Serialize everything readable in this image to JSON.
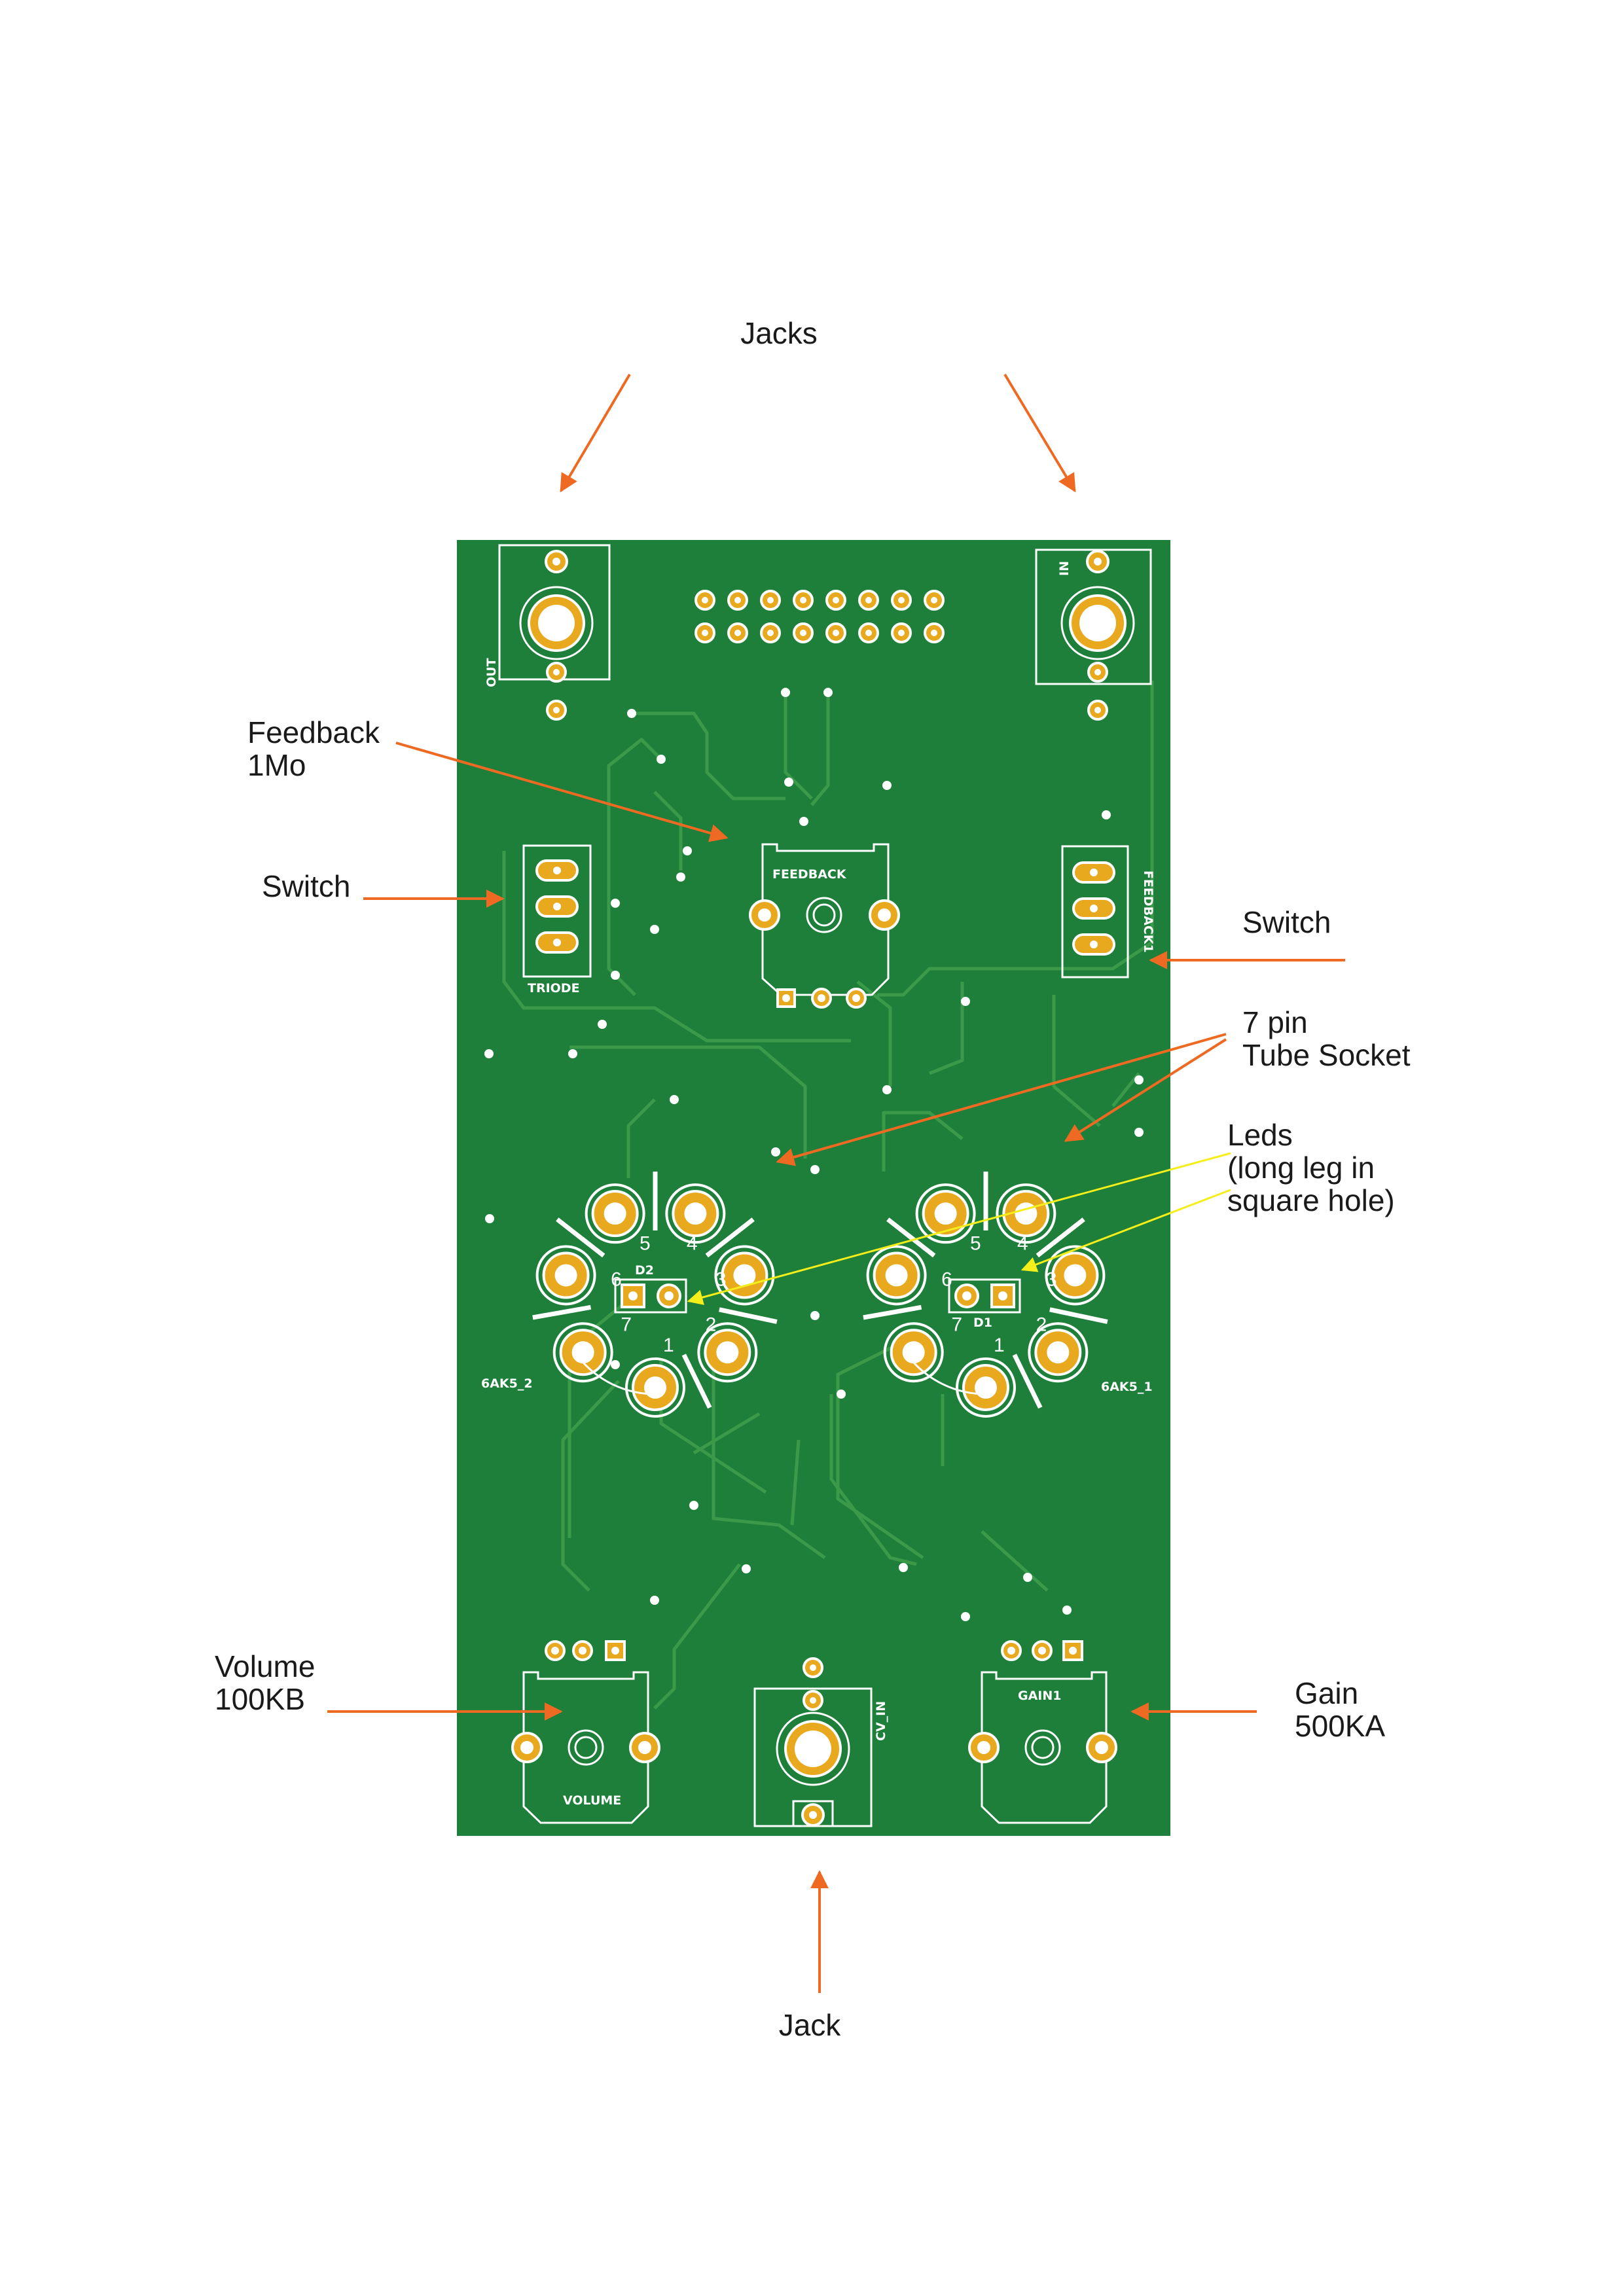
{
  "callouts": {
    "jacks_top": "Jacks",
    "feedback": [
      "Feedback",
      "1Mo"
    ],
    "switch_left": "Switch",
    "switch_right": "Switch",
    "tube_socket": [
      "7 pin",
      "Tube Socket"
    ],
    "leds": [
      "Leds",
      "(long leg in",
      "square hole)"
    ],
    "volume": [
      "Volume",
      "100KB"
    ],
    "gain": [
      "Gain",
      "500KA"
    ],
    "jack_bottom": "Jack"
  },
  "silkscreen": {
    "out": "OUT",
    "in": "IN",
    "feedback": "FEEDBACK",
    "triode": "TRIODE",
    "feedback1": "FEEDBACK1",
    "d2": "D2",
    "d1": "D1",
    "tube_left": "6AK5_2",
    "tube_right": "6AK5_1",
    "volume": "VOLUME",
    "cv_in": "CV_IN",
    "gain1": "GAIN1",
    "pins": [
      "1",
      "2",
      "3",
      "4",
      "5",
      "6",
      "7"
    ]
  },
  "colors": {
    "board": "#1e7f3a",
    "trace": "#3b9a4a",
    "pad": "#e9a91e",
    "arrow_orange": "#ee6a22",
    "arrow_yellow": "#f4ee1a"
  }
}
